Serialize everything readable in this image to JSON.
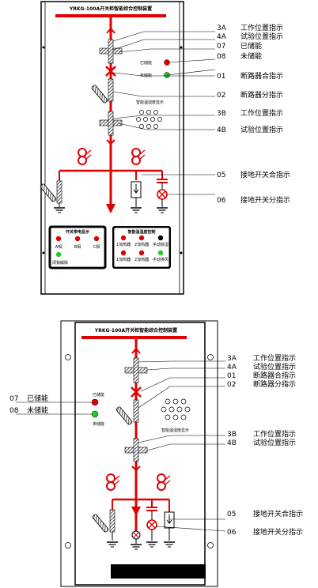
{
  "panel_top": {
    "title": "YRKG-100A开关柜智能综合控制装置",
    "stored": "已储能",
    "unstored": "未储能",
    "humidity_label": "智能温湿度显示",
    "voltage_box_title": "开关带电显示",
    "voltage_phases": [
      "A相",
      "B相",
      "C相"
    ],
    "lock_label": "闭锁解除",
    "tc_box_title": "智能温湿度控制",
    "tc_labels": [
      "1加热器",
      "2加热器",
      "手动除湿",
      "1加热器",
      "2加热器",
      "手动排风"
    ],
    "callouts": [
      {
        "code": "3A",
        "text": "工作位置指示"
      },
      {
        "code": "4A",
        "text": "试验位置指示"
      },
      {
        "code": "07",
        "text": "已储能"
      },
      {
        "code": "08",
        "text": "未储能"
      },
      {
        "code": "01",
        "text": "断路器合指示"
      },
      {
        "code": "02",
        "text": "断路器分指示"
      },
      {
        "code": "3B",
        "text": "工作位置指示"
      },
      {
        "code": "4B",
        "text": "试验位置指示"
      },
      {
        "code": "05",
        "text": "接地开关合指示"
      },
      {
        "code": "06",
        "text": "接地开关分指示"
      }
    ]
  },
  "panel_bottom": {
    "title": "YRKG-100A开关柜智能综合控制装置",
    "stored": "已储能",
    "unstored": "未储能",
    "humidity_label": "智能温湿度显示",
    "left_callouts": [
      {
        "code": "07",
        "text": "已储能"
      },
      {
        "code": "08",
        "text": "未储能"
      }
    ],
    "callouts": [
      {
        "code": "3A",
        "text": "工作位置指示"
      },
      {
        "code": "4A",
        "text": "试验位置指示"
      },
      {
        "code": "01",
        "text": "断路器合指示"
      },
      {
        "code": "02",
        "text": "断路器分指示"
      },
      {
        "code": "3B",
        "text": "工作位置指示"
      },
      {
        "code": "4B",
        "text": "试验位置指示"
      },
      {
        "code": "05",
        "text": "接地开关合指示"
      },
      {
        "code": "06",
        "text": "接地开关分指示"
      }
    ]
  },
  "colors": {
    "bus": "#e00000",
    "lamp_red": "#e00000",
    "lamp_green": "#22cc22",
    "outline": "#000000"
  }
}
